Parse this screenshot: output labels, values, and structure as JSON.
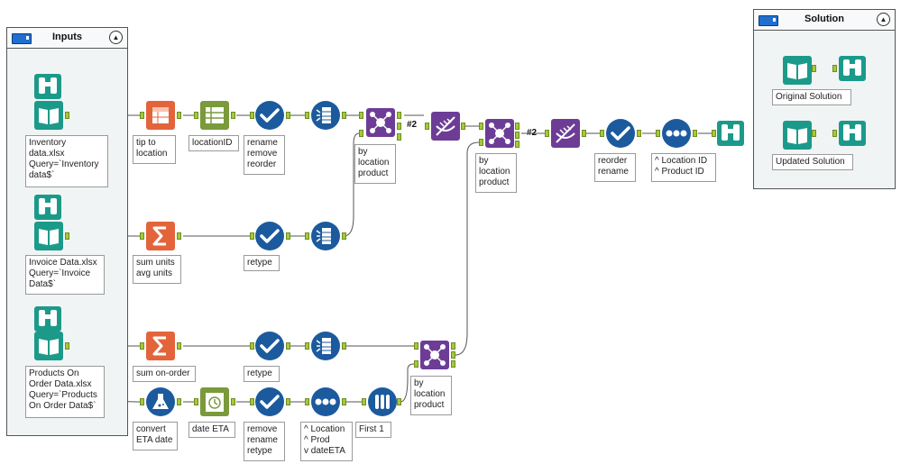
{
  "containers": {
    "inputs": {
      "title": "Inputs"
    },
    "solution": {
      "title": "Solution"
    }
  },
  "labels": {
    "inventory": "Inventory\ndata.xlsx\nQuery=`Inventory\ndata$`",
    "invoice": "Invoice Data.xlsx\nQuery=`Invoice\nData$`",
    "products": "Products On\nOrder Data.xlsx\nQuery=`Products\nOn Order Data$`",
    "tip_to_location": "tip to\nlocation",
    "location_id": "locationID",
    "rename_remove_reorder": "rename\nremove\nreorder",
    "join1": "by\nlocation\nproduct",
    "join2": "by\nlocation\nproduct",
    "reorder_rename": "reorder\nrename",
    "sort1": "^ Location ID\n^ Product ID",
    "sum_units": "sum units\navg units",
    "retype1": "retype",
    "sum_onorder": "sum on-order",
    "retype2": "retype",
    "join3": "by\nlocation\nproduct",
    "convert_eta": "convert\nETA date",
    "date_eta": "date ETA",
    "remove_rename_retype": "remove\nrename\nretype",
    "sort2": "^ Location\n^ Prod\nv dateETA",
    "first1": "First 1",
    "original_solution": "Original Solution",
    "updated_solution": "Updated Solution"
  },
  "tags": {
    "t1": "#2",
    "t2": "#2"
  },
  "colors": {
    "input_teal": "#1b9a8a",
    "browse_teal": "#1b9a8a",
    "prep_blue": "#1c5a9e",
    "join_purple": "#6d3d96",
    "transform_orange": "#e3643b",
    "parse_green": "#7a9a3b",
    "wire": "#555555"
  }
}
